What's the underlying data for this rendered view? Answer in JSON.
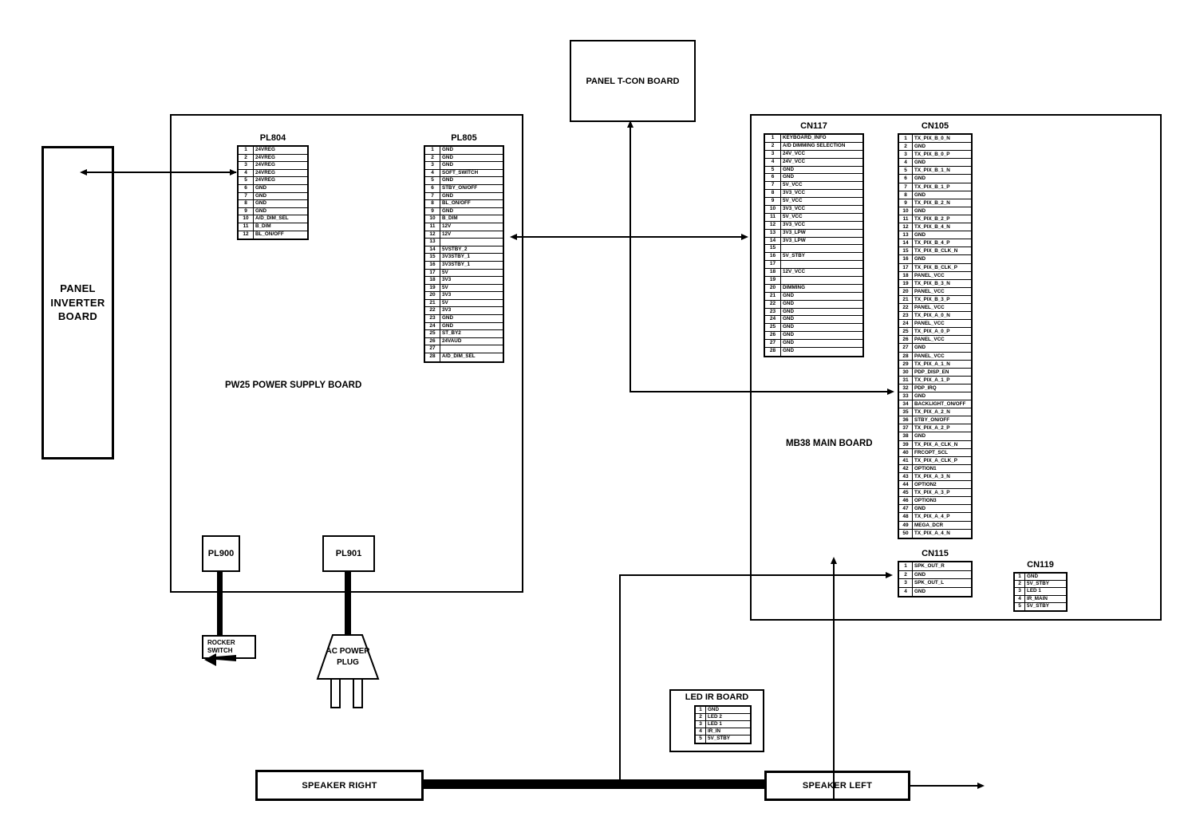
{
  "boards": {
    "pw25": "PW25 POWER SUPPLY BOARD",
    "mb38": "MB38 MAIN BOARD",
    "panel_inverter": "PANEL INVERTER BOARD",
    "panel_tcon": "PANEL T-CON BOARD",
    "pl900": "PL900",
    "pl901": "PL901",
    "speaker_right": "SPEAKER RIGHT",
    "speaker_left": "SPEAKER LEFT",
    "led_ir": "LED IR BOARD",
    "rocker_switch": "ROCKER SWITCH",
    "ac_power_plug": "AC POWER PLUG"
  },
  "connectors": [
    {
      "id": "PL804",
      "title": "PL804",
      "pins": [
        [
          1,
          "24VREG"
        ],
        [
          2,
          "24VREG"
        ],
        [
          3,
          "24VREG"
        ],
        [
          4,
          "24VREG"
        ],
        [
          5,
          "24VREG"
        ],
        [
          6,
          "GND"
        ],
        [
          7,
          "GND"
        ],
        [
          8,
          "GND"
        ],
        [
          9,
          "GND"
        ],
        [
          10,
          "A/D_DIM_SEL"
        ],
        [
          11,
          "B_DIM"
        ],
        [
          12,
          "BL_ON/OFF"
        ]
      ]
    },
    {
      "id": "PL805",
      "title": "PL805",
      "pins": [
        [
          1,
          "GND"
        ],
        [
          2,
          "GND"
        ],
        [
          3,
          "GND"
        ],
        [
          4,
          "SOFT_SWITCH"
        ],
        [
          5,
          "GND"
        ],
        [
          6,
          "STBY_ON/OFF"
        ],
        [
          7,
          "GND"
        ],
        [
          8,
          "BL_ON/OFF"
        ],
        [
          9,
          "GND"
        ],
        [
          10,
          "B_DIM"
        ],
        [
          11,
          "12V"
        ],
        [
          12,
          "12V"
        ],
        [
          13,
          ""
        ],
        [
          14,
          "5VSTBY_2"
        ],
        [
          15,
          "3V3STBY_1"
        ],
        [
          16,
          "3V3STBY_1"
        ],
        [
          17,
          "5V"
        ],
        [
          18,
          "3V3"
        ],
        [
          19,
          "5V"
        ],
        [
          20,
          "3V3"
        ],
        [
          21,
          "5V"
        ],
        [
          22,
          "3V3"
        ],
        [
          23,
          "GND"
        ],
        [
          24,
          "GND"
        ],
        [
          25,
          "ST_BY2"
        ],
        [
          26,
          "24VAUD"
        ],
        [
          27,
          ""
        ],
        [
          28,
          "A/D_DIM_SEL"
        ]
      ]
    },
    {
      "id": "CN117",
      "title": "CN117",
      "pins": [
        [
          1,
          "KEYBOARD_INFO"
        ],
        [
          2,
          "A/D DIMMING SELECTION"
        ],
        [
          3,
          "24V_VCC"
        ],
        [
          4,
          "24V_VCC"
        ],
        [
          5,
          "GND"
        ],
        [
          6,
          "GND"
        ],
        [
          7,
          "5V_VCC"
        ],
        [
          8,
          "3V3_VCC"
        ],
        [
          9,
          "5V_VCC"
        ],
        [
          10,
          "3V3_VCC"
        ],
        [
          11,
          "5V_VCC"
        ],
        [
          12,
          "3V3_VCC"
        ],
        [
          13,
          "3V3_LPW"
        ],
        [
          14,
          "3V3_LPW"
        ],
        [
          15,
          ""
        ],
        [
          16,
          "5V_STBY"
        ],
        [
          17,
          ""
        ],
        [
          18,
          "12V_VCC"
        ],
        [
          19,
          ""
        ],
        [
          20,
          "DIMMING"
        ],
        [
          21,
          "GND"
        ],
        [
          22,
          "GND"
        ],
        [
          23,
          "GND"
        ],
        [
          24,
          "GND"
        ],
        [
          25,
          "GND"
        ],
        [
          26,
          "GND"
        ],
        [
          27,
          "GND"
        ],
        [
          28,
          "GND"
        ]
      ]
    },
    {
      "id": "CN105",
      "title": "CN105",
      "pins": [
        [
          1,
          "TX_PIX_B_0_N"
        ],
        [
          2,
          "GND"
        ],
        [
          3,
          "TX_PIX_B_0_P"
        ],
        [
          4,
          "GND"
        ],
        [
          5,
          "TX_PIX_B_1_N"
        ],
        [
          6,
          "GND"
        ],
        [
          7,
          "TX_PIX_B_1_P"
        ],
        [
          8,
          "GND"
        ],
        [
          9,
          "TX_PIX_B_2_N"
        ],
        [
          10,
          "GND"
        ],
        [
          11,
          "TX_PIX_B_2_P"
        ],
        [
          12,
          "TX_PIX_B_4_N"
        ],
        [
          13,
          "GND"
        ],
        [
          14,
          "TX_PIX_B_4_P"
        ],
        [
          15,
          "TX_PIX_B_CLK_N"
        ],
        [
          16,
          "GND"
        ],
        [
          17,
          "TX_PIX_B_CLK_P"
        ],
        [
          18,
          "PANEL_VCC"
        ],
        [
          19,
          "TX_PIX_B_3_N"
        ],
        [
          20,
          "PANEL_VCC"
        ],
        [
          21,
          "TX_PIX_B_3_P"
        ],
        [
          22,
          "PANEL_VCC"
        ],
        [
          23,
          "TX_PIX_A_0_N"
        ],
        [
          24,
          "PANEL_VCC"
        ],
        [
          25,
          "TX_PIX_A_0_P"
        ],
        [
          26,
          "PANEL_VCC"
        ],
        [
          27,
          "GND"
        ],
        [
          28,
          "PANEL_VCC"
        ],
        [
          29,
          "TX_PIX_A_1_N"
        ],
        [
          30,
          "PDP_DISP_EN"
        ],
        [
          31,
          "TX_PIX_A_1_P"
        ],
        [
          32,
          "PDP_IRQ"
        ],
        [
          33,
          "GND"
        ],
        [
          34,
          "BACKLIGHT_ON/OFF"
        ],
        [
          35,
          "TX_PIX_A_2_N"
        ],
        [
          36,
          "STBY_ON/OFF"
        ],
        [
          37,
          "TX_PIX_A_2_P"
        ],
        [
          38,
          "GND"
        ],
        [
          39,
          "TX_PIX_A_CLK_N"
        ],
        [
          40,
          "FRCOPT_SCL"
        ],
        [
          41,
          "TX_PIX_A_CLK_P"
        ],
        [
          42,
          "OPTION1"
        ],
        [
          43,
          "TX_PIX_A_3_N"
        ],
        [
          44,
          "OPTION2"
        ],
        [
          45,
          "TX_PIX_A_3_P"
        ],
        [
          46,
          "OPTION3"
        ],
        [
          47,
          "GND"
        ],
        [
          48,
          "TX_PIX_A_4_P"
        ],
        [
          49,
          "MEGA_DCR"
        ],
        [
          50,
          "TX_PIX_A_4_N"
        ]
      ]
    },
    {
      "id": "CN115",
      "title": "CN115",
      "pins": [
        [
          1,
          "SPK_OUT_R"
        ],
        [
          2,
          "GND"
        ],
        [
          3,
          "SPK_OUT_L"
        ],
        [
          4,
          "GND"
        ]
      ]
    },
    {
      "id": "CN119",
      "title": "CN119",
      "pins": [
        [
          1,
          "GND"
        ],
        [
          2,
          "5V_STBY"
        ],
        [
          3,
          "LED 1"
        ],
        [
          4,
          "IR_MAIN"
        ],
        [
          5,
          "5V_STBY"
        ]
      ]
    },
    {
      "id": "LEDIR",
      "title": "",
      "pins": [
        [
          1,
          "GND"
        ],
        [
          2,
          "LED 2"
        ],
        [
          3,
          "LED 1"
        ],
        [
          4,
          "IR_IN"
        ],
        [
          5,
          "5V_STBY"
        ]
      ]
    }
  ]
}
